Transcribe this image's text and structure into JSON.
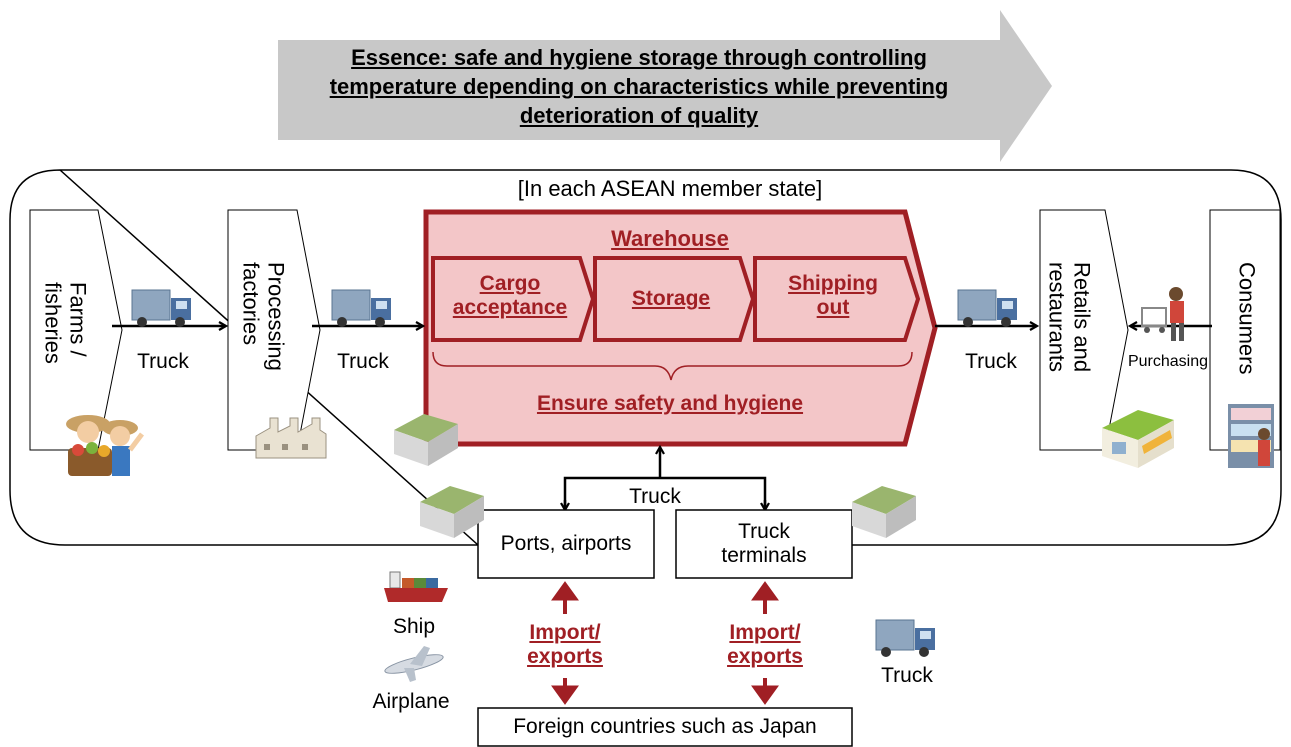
{
  "essence": {
    "line1": "Essence: safe and hygiene storage through controlling",
    "line2": "temperature depending on characteristics while preventing",
    "line3": "deterioration of quality"
  },
  "region": {
    "title": "[In each ASEAN member state]"
  },
  "stages": {
    "farms": {
      "line1": "Farms /",
      "line2": "fisheries"
    },
    "factories": {
      "line1": "Processing",
      "line2": "factories"
    },
    "retails": {
      "line1": "Retails and",
      "line2": "restaurants"
    },
    "consumers": {
      "line1": "Consumers"
    }
  },
  "warehouse": {
    "title": "Warehouse",
    "steps": {
      "cargo": {
        "line1": "Cargo",
        "line2": "acceptance"
      },
      "storage": {
        "line1": "Storage"
      },
      "shipping": {
        "line1": "Shipping",
        "line2": "out"
      }
    },
    "ensure": "Ensure safety and hygiene"
  },
  "transport": {
    "truck": "Truck",
    "purchasing": "Purchasing",
    "ship": "Ship",
    "airplane": "Airplane"
  },
  "nodes": {
    "ports": "Ports, airports",
    "terminals_line1": "Truck",
    "terminals_line2": "terminals",
    "foreign": "Foreign countries such as Japan"
  },
  "trade": {
    "line1": "Import/",
    "line2": "exports"
  },
  "colors": {
    "accent_red": "#a01f24",
    "warehouse_fill": "#f3c6c8",
    "banner_gray": "#c8c8c8"
  }
}
